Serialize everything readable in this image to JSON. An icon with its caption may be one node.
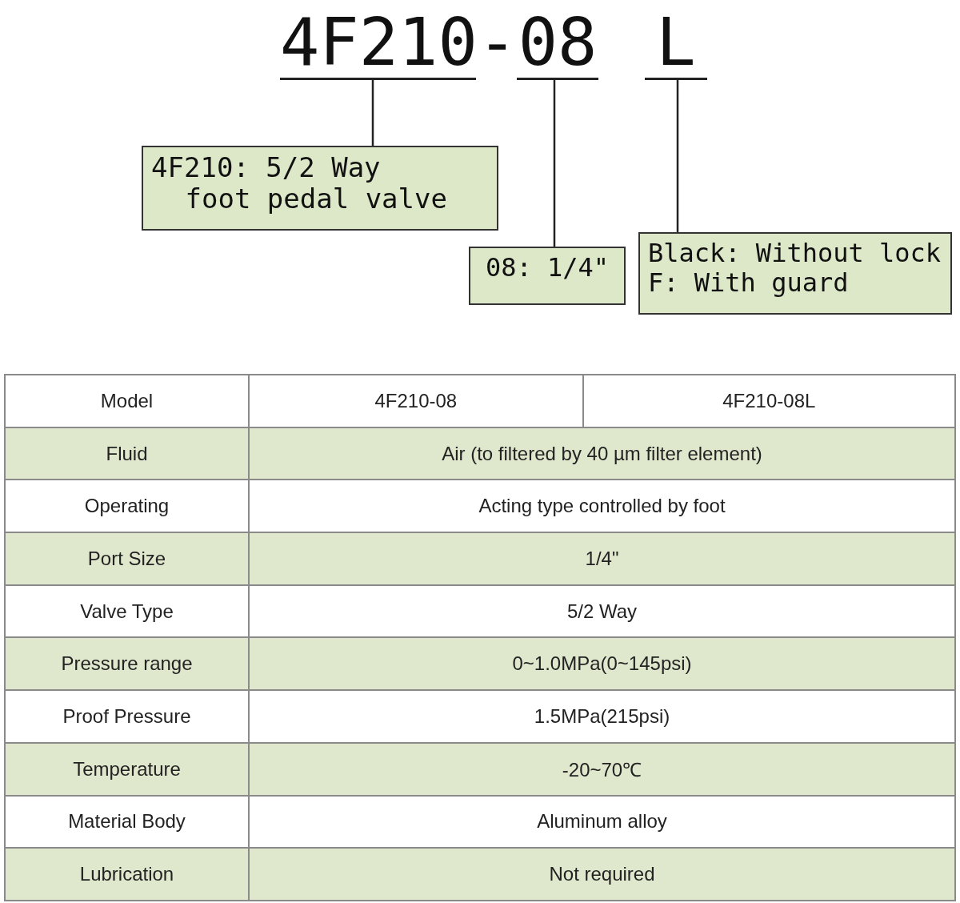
{
  "diagram": {
    "nodes": [
      {
        "text": [
          "4F210"
        ]
      },
      {
        "text": [
          "08"
        ]
      },
      {
        "text": [
          "L"
        ]
      },
      {
        "text": [
          "4F210: 5/2 Way foot pedal valve"
        ]
      },
      {
        "text": [
          "08: 1/4\""
        ]
      },
      {
        "text": [
          "Black: Without lock",
          "F: With guard"
        ]
      }
    ],
    "edges": [
      {
        "from": 0,
        "to": 3,
        "arrow": "none"
      },
      {
        "from": 1,
        "to": 4,
        "arrow": "none"
      },
      {
        "from": 2,
        "to": 5,
        "arrow": "none"
      }
    ],
    "labels": [
      "-",
      "Model",
      "4F210-08",
      "4F210-08L",
      "Fluid",
      "Air (to filtered by 40 µm filter element)",
      "Operating",
      "Acting type controlled by foot",
      "Port Size",
      "1/4\"",
      "Valve Type",
      "5/2 Way",
      "Pressure range",
      "0~1.0MPa(0~145psi)",
      "Proof Pressure",
      "1.5MPa(215psi)",
      "Temperature",
      "-20~70℃",
      "Material Body",
      "Aluminum alloy",
      "Lubrication",
      "Not required"
    ]
  }
}
